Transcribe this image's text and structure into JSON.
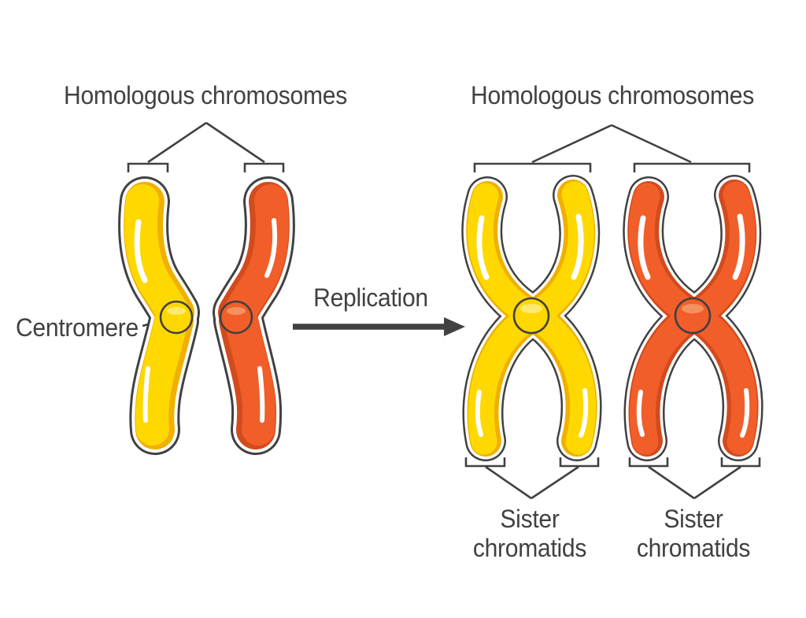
{
  "labels": {
    "left_group_title": "Homologous chromosomes",
    "right_group_title": "Homologous chromosomes",
    "centromere": "Centromere",
    "process_arrow": "Replication",
    "sister_left": {
      "line1": "Sister",
      "line2": "chromatids"
    },
    "sister_right": {
      "line1": "Sister",
      "line2": "chromatids"
    }
  },
  "colors": {
    "ink": "#414042",
    "background": "#FFFFFF",
    "yellow_main": "#FFD800",
    "yellow_shade": "#F0B000",
    "yellow_light": "#FFE96E",
    "orange_main": "#F15E29",
    "orange_shade": "#D24B1E",
    "orange_light": "#F5915F"
  }
}
